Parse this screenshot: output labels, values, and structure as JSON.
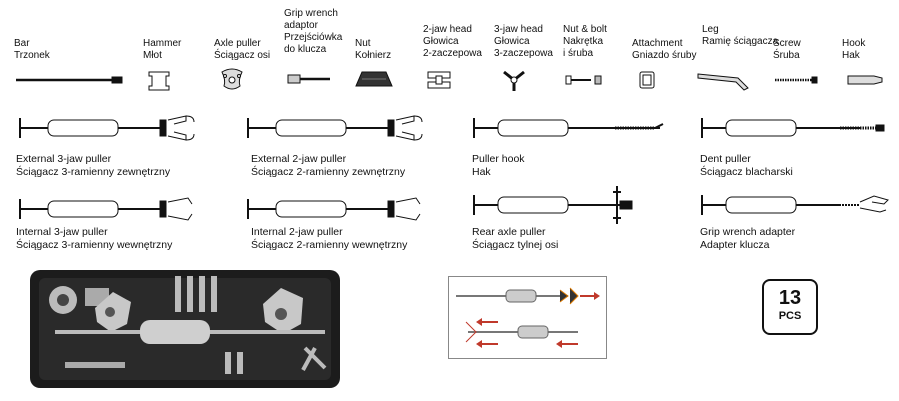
{
  "parts": [
    {
      "id": "bar",
      "line1": "Bar",
      "line2": "Trzonek",
      "line3": ""
    },
    {
      "id": "hammer",
      "line1": "Hammer",
      "line2": "Młot",
      "line3": ""
    },
    {
      "id": "axle",
      "line1": "Axle puller",
      "line2": "Ściągacz osi",
      "line3": ""
    },
    {
      "id": "grip",
      "line1": "Grip wrench",
      "line2": "adaptor",
      "line3": "Przejściówka",
      "line4": "do klucza"
    },
    {
      "id": "nut",
      "line1": "Nut",
      "line2": "Kołnierz",
      "line3": ""
    },
    {
      "id": "head2",
      "line1": "2-jaw head",
      "line2": "Głowica",
      "line3": "2-zaczepowa"
    },
    {
      "id": "head3",
      "line1": "3-jaw head",
      "line2": "Głowica",
      "line3": "3-zaczepowa"
    },
    {
      "id": "nutbolt",
      "line1": "Nut & bolt",
      "line2": "Nakrętka",
      "line3": "i śruba"
    },
    {
      "id": "attach",
      "line1": "Attachment",
      "line2": "Gniazdo śruby",
      "line3": ""
    },
    {
      "id": "leg",
      "line1": "Leg",
      "line2": "Ramię ściągacza",
      "line3": ""
    },
    {
      "id": "screw",
      "line1": "Screw",
      "line2": "Śruba",
      "line3": ""
    },
    {
      "id": "hook",
      "line1": "Hook",
      "line2": "Hak",
      "line3": ""
    }
  ],
  "configs": [
    {
      "id": "ext3",
      "en": "External 3-jaw puller",
      "pl": "Ściągacz 3-ramienny zewnętrzny"
    },
    {
      "id": "ext2",
      "en": "External 2-jaw puller",
      "pl": "Ściągacz 2-ramienny zewnętrzny"
    },
    {
      "id": "hook",
      "en": "Puller hook",
      "pl": "Hak"
    },
    {
      "id": "dent",
      "en": "Dent puller",
      "pl": "Ściągacz blacharski"
    },
    {
      "id": "int3",
      "en": "Internal 3-jaw puller",
      "pl": "Ściągacz 3-ramienny wewnętrzny"
    },
    {
      "id": "int2",
      "en": "Internal 2-jaw puller",
      "pl": "Ściągacz 2-ramienny wewnętrzny"
    },
    {
      "id": "rear",
      "en": "Rear axle puller",
      "pl": "Ściągacz tylnej osi"
    },
    {
      "id": "gripad",
      "en": "Grip wrench adapter",
      "pl": "Adapter klucza"
    }
  ],
  "badge": {
    "count": "13",
    "unit": "PCS"
  },
  "colors": {
    "ink": "#111111",
    "case": "#1a1a1a",
    "tool": "#b9b9b9",
    "arrow": "#c0392b",
    "attachment": "#e07b00"
  }
}
